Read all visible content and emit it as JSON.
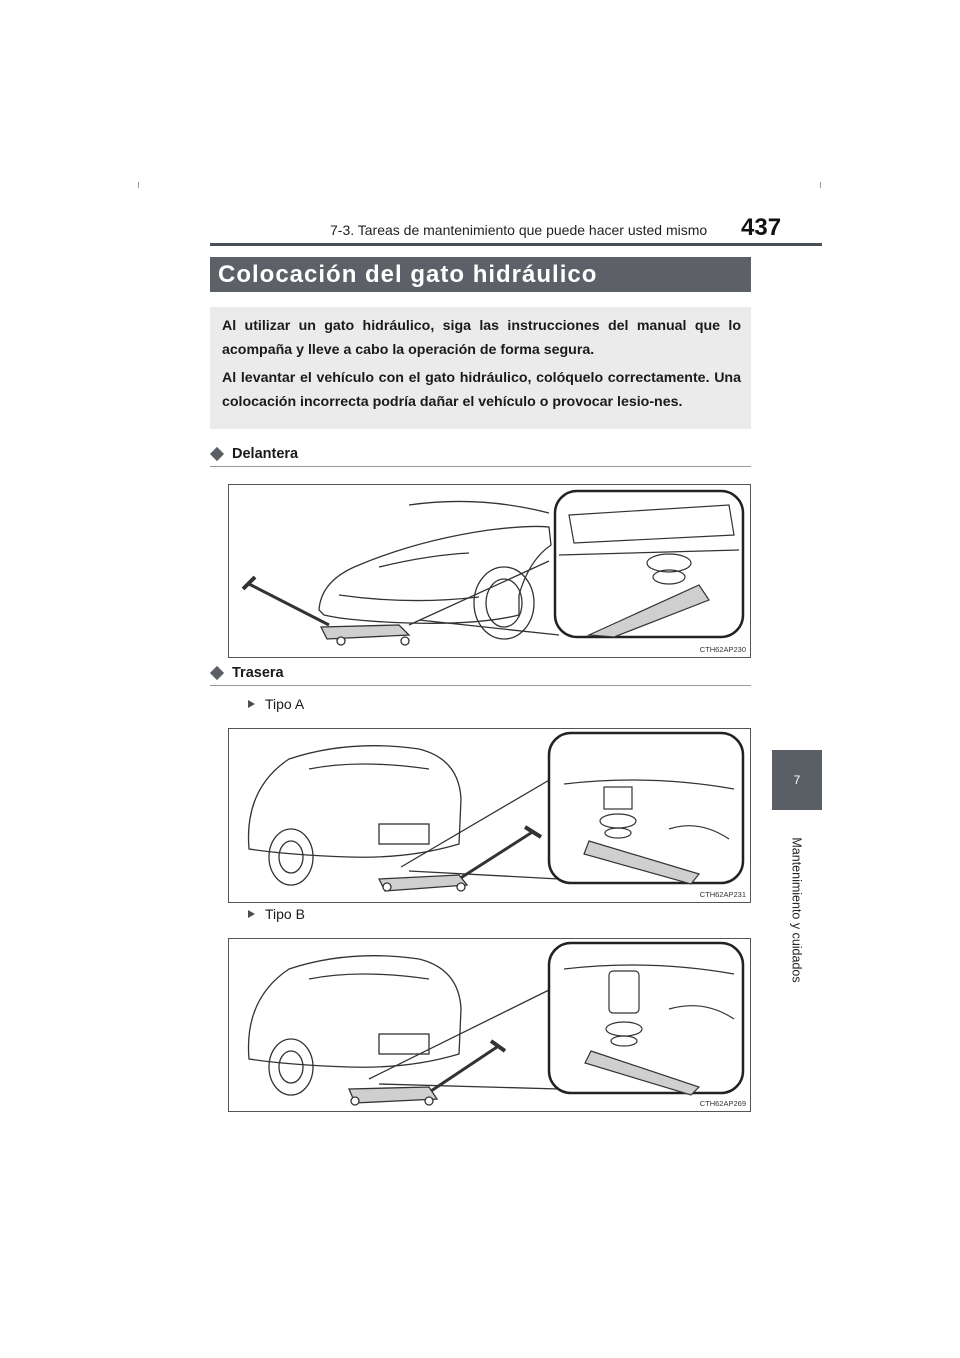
{
  "header": {
    "section": "7-3. Tareas de mantenimiento que puede hacer usted mismo",
    "page_number": "437"
  },
  "side_tab": {
    "chapter": "7",
    "label": "Mantenimiento y cuidados"
  },
  "title": "Colocación del gato hidráulico",
  "intro": {
    "p1": "Al utilizar un gato hidráulico, siga las instrucciones del manual que lo acompaña y lleve a cabo la operación de forma segura.",
    "p2": "Al levantar el vehículo con el gato hidráulico, colóquelo correctamente. Una colocación incorrecta podría dañar el vehículo o provocar lesio-nes."
  },
  "sections": {
    "front": {
      "heading": "Delantera",
      "figure_code": "CTH62AP230"
    },
    "rear": {
      "heading": "Trasera",
      "type_a": {
        "label": "Tipo A",
        "figure_code": "CTH62AP231"
      },
      "type_b": {
        "label": "Tipo B",
        "figure_code": "CTH62AP269"
      }
    }
  },
  "colors": {
    "title_bar": "#5d6167",
    "intro_bg": "#ebebeb",
    "side_tab": "#5a5f66",
    "jack_fill": "#cfcfcf"
  }
}
